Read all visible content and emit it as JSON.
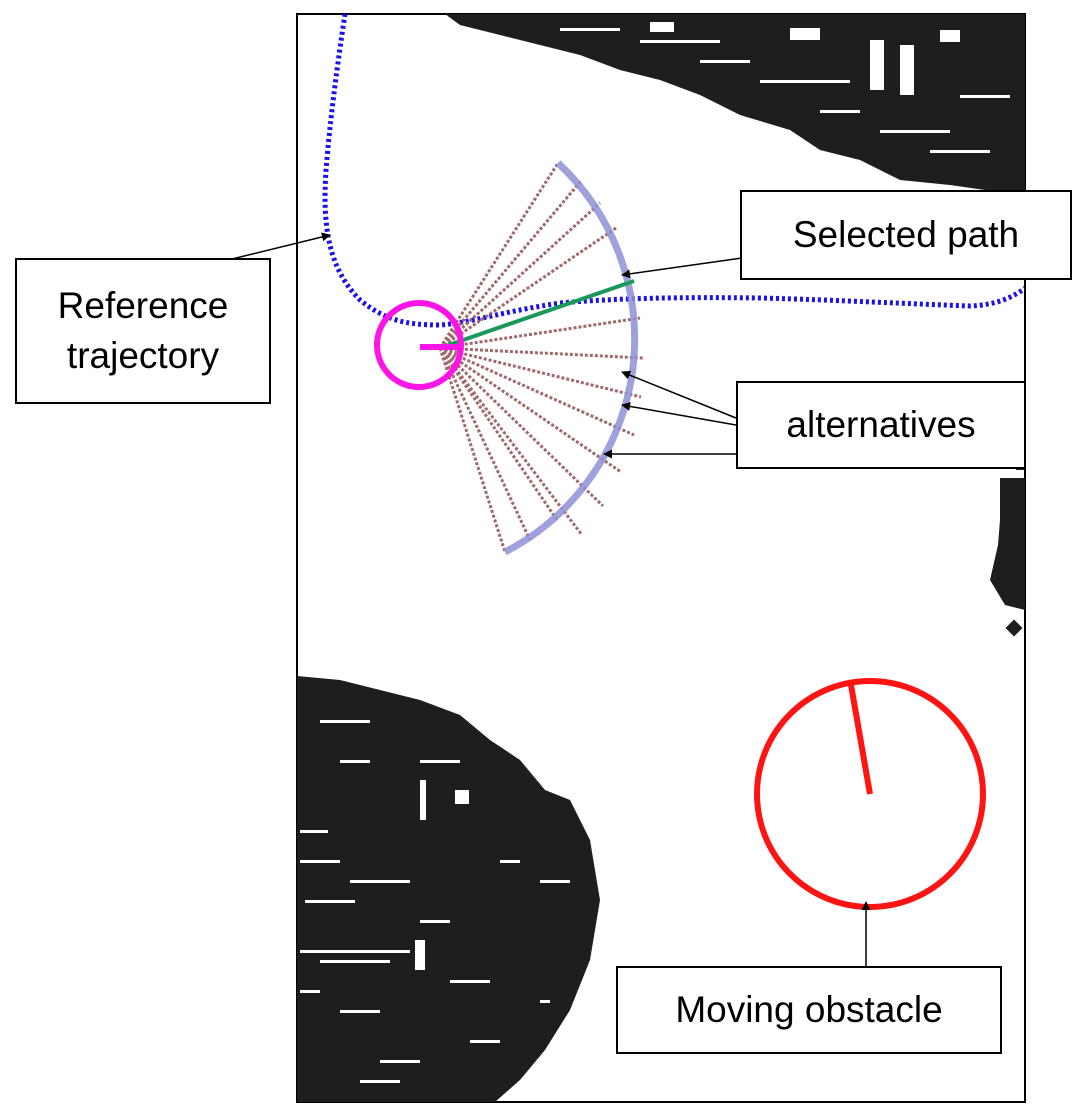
{
  "labels": {
    "reference_trajectory": "Reference trajectory",
    "selected_path": "Selected path",
    "alternatives": "alternatives",
    "moving_obstacle": "Moving obstacle"
  },
  "colors": {
    "obstacle_fill": "#1e1e1e",
    "reference_trajectory": "#1a12ee",
    "selected_path": "#1a9a5a",
    "alternatives": "#a06a6a",
    "arc": "#8e90d6",
    "robot": "#ff14e6",
    "moving_obstacle": "#ff1414",
    "frame": "#000000"
  },
  "icons": {
    "robot": "robot-circle-icon",
    "moving_obstacle": "moving-obstacle-circle-icon"
  }
}
